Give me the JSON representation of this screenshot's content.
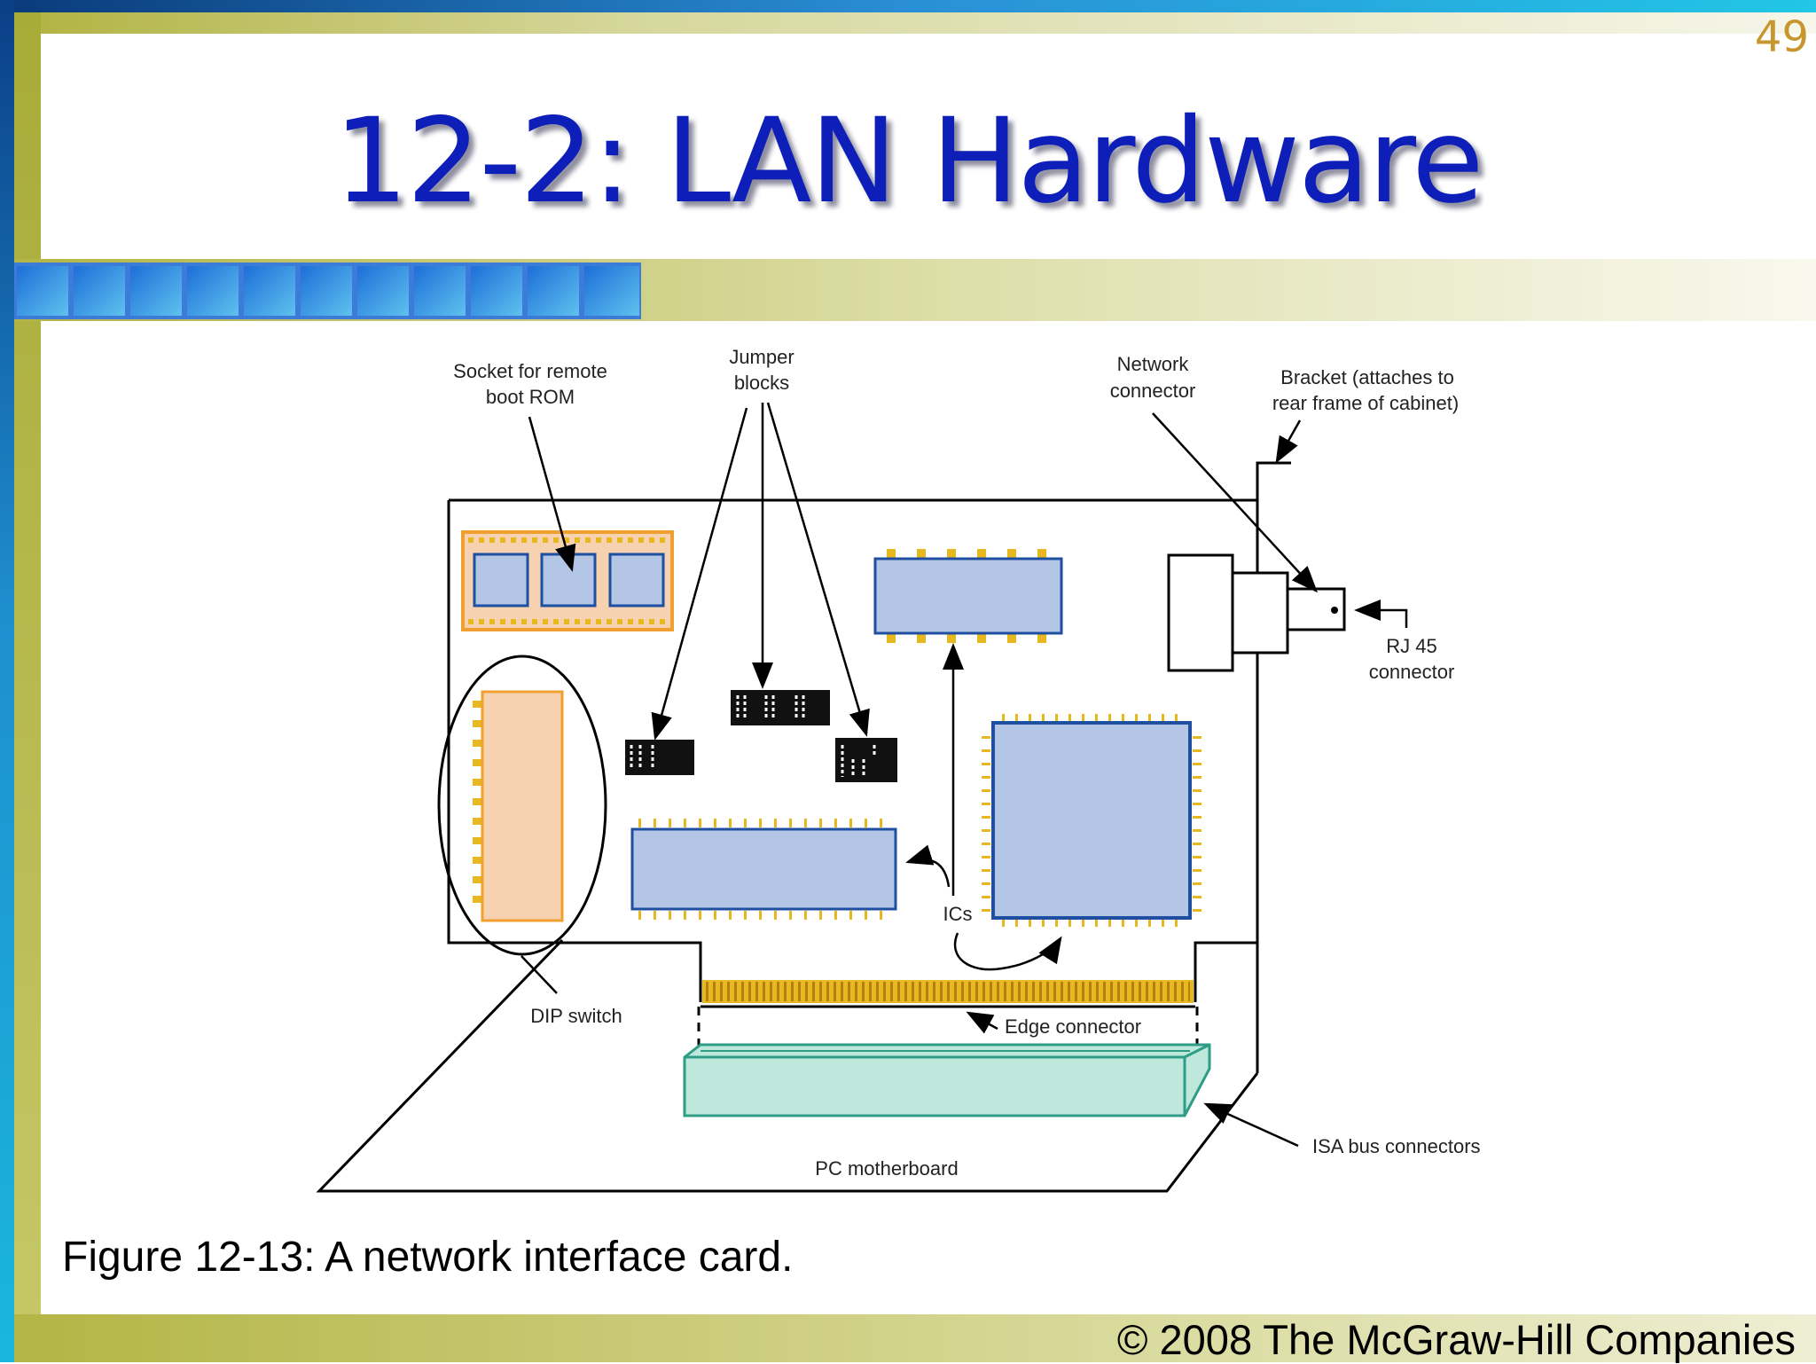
{
  "slide": {
    "page_number": "49",
    "title": "12-2: LAN Hardware",
    "caption": "Figure 12-13: A network interface card.",
    "copyright": "© 2008 The McGraw-Hill Companies"
  },
  "diagram": {
    "labels": {
      "socket_line1": "Socket for remote",
      "socket_line2": "boot ROM",
      "jumper_line1": "Jumper",
      "jumper_line2": "blocks",
      "network_line1": "Network",
      "network_line2": "connector",
      "bracket_line1": "Bracket (attaches to",
      "bracket_line2": "rear frame of cabinet)",
      "rj45_line1": "RJ 45",
      "rj45_line2": "connector",
      "ics": "ICs",
      "dip_switch": "DIP switch",
      "edge_connector": "Edge connector",
      "isa_bus": "ISA bus connectors",
      "pc_motherboard": "PC motherboard"
    }
  },
  "colors": {
    "title": "#0d1fb8",
    "chip_fill": "#b3c6e6",
    "chip_outline": "#1f4fa0",
    "pin_gold": "#e8b820",
    "socket_fill": "#f7d2b0",
    "socket_border": "#f0a030",
    "isa_fill": "#bfe8dc",
    "isa_outline": "#2f9d85",
    "page_number": "#c8962e"
  }
}
